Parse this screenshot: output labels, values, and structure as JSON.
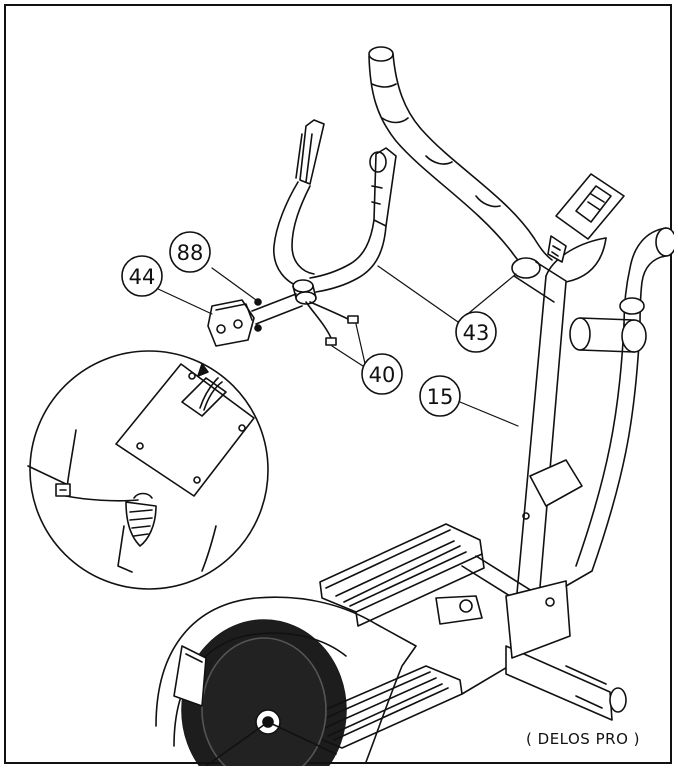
{
  "diagram": {
    "model_label": "( DELOS PRO )",
    "callouts": [
      {
        "id": "88",
        "text": "88"
      },
      {
        "id": "44",
        "text": "44"
      },
      {
        "id": "43",
        "text": "43"
      },
      {
        "id": "40",
        "text": "40"
      },
      {
        "id": "15",
        "text": "15"
      }
    ]
  }
}
